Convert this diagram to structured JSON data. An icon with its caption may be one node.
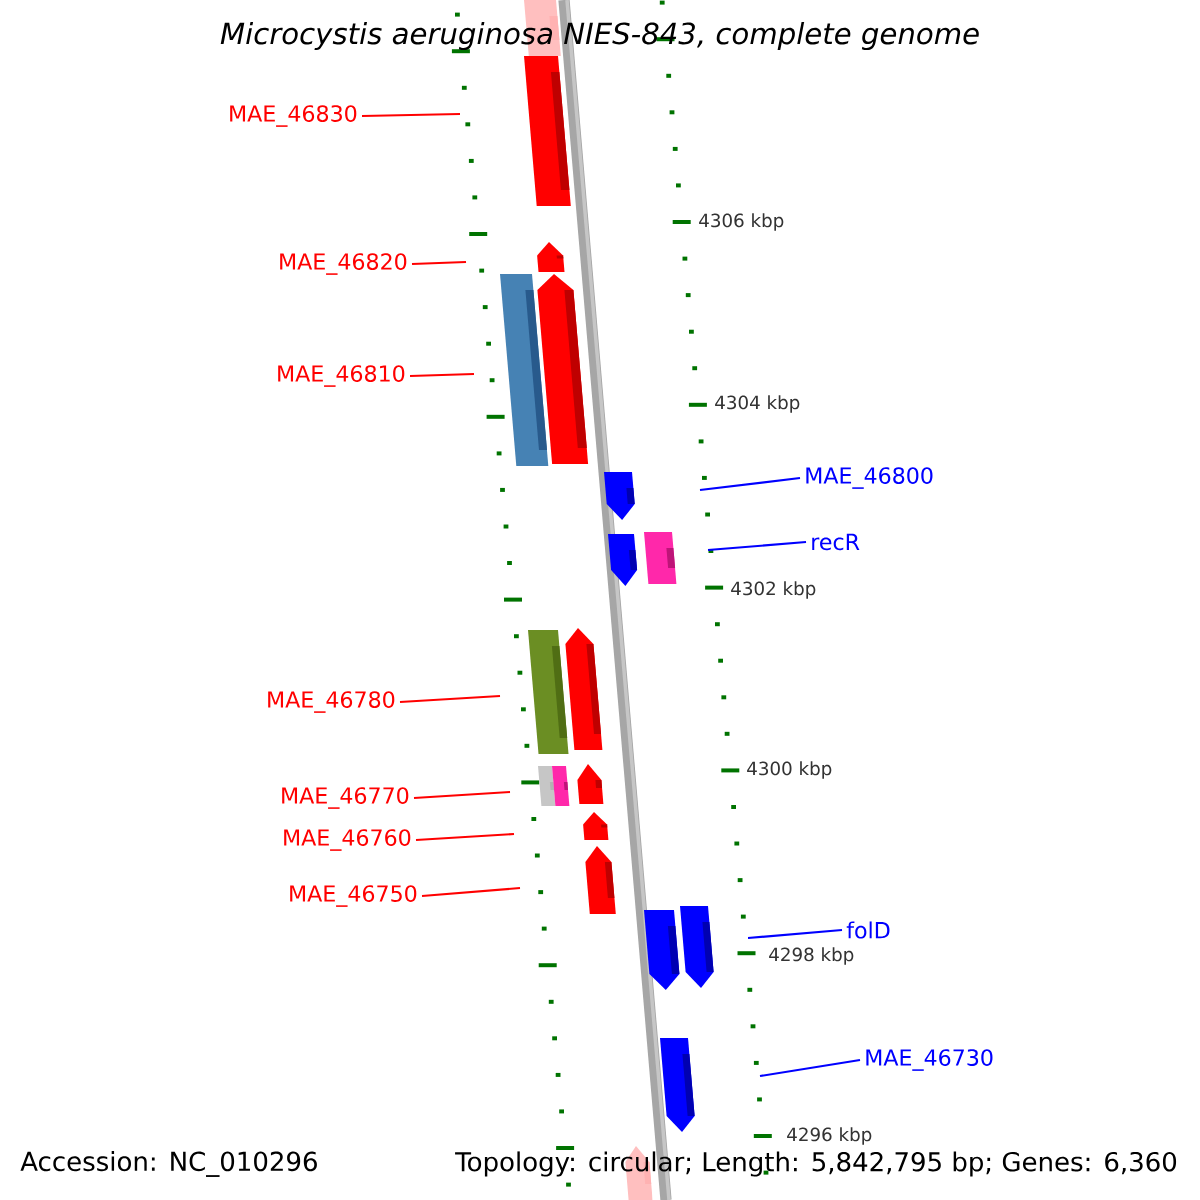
{
  "diagram": {
    "title": "*Microcystis aeruginosa* NIES-843, complete genome",
    "nodes": [
      {
        "text": [
          "MAE_46830"
        ]
      },
      {
        "text": [
          "MAE_46820"
        ]
      },
      {
        "text": [
          "MAE_46810"
        ]
      },
      {
        "text": [
          "MAE_46800"
        ]
      },
      {
        "text": [
          "recR"
        ]
      },
      {
        "text": [
          "MAE_46780"
        ]
      },
      {
        "text": [
          "MAE_46770"
        ]
      },
      {
        "text": [
          "MAE_46760"
        ]
      },
      {
        "text": [
          "MAE_46750"
        ]
      },
      {
        "text": [
          "folD"
        ]
      },
      {
        "text": [
          "MAE_46730"
        ]
      }
    ],
    "edges": [
      {
        "from": 0,
        "to": null,
        "arrow": "none"
      },
      {
        "from": 1,
        "to": null,
        "arrow": "none"
      },
      {
        "from": 2,
        "to": null,
        "arrow": "none"
      },
      {
        "from": 3,
        "to": null,
        "arrow": "none",
        "color": "#0000ff"
      },
      {
        "from": 4,
        "to": null,
        "arrow": "none",
        "color": "#0000ff"
      },
      {
        "from": 5,
        "to": null,
        "arrow": "none"
      },
      {
        "from": 6,
        "to": null,
        "arrow": "none"
      },
      {
        "from": 7,
        "to": null,
        "arrow": "none"
      },
      {
        "from": 8,
        "to": null,
        "arrow": "none"
      },
      {
        "from": 9,
        "to": null,
        "arrow": "none",
        "color": "#0000ff"
      },
      {
        "from": 10,
        "to": null,
        "arrow": "none",
        "color": "#0000ff"
      }
    ],
    "labels": [
      "4306 kbp",
      "4304 kbp",
      "4302 kbp",
      "4300 kbp",
      "4298 kbp",
      "4296 kbp",
      "Accession: NC_010296",
      "Topology: circular; Length: 5,842,795 bp; Genes: 6,360"
    ]
  }
}
